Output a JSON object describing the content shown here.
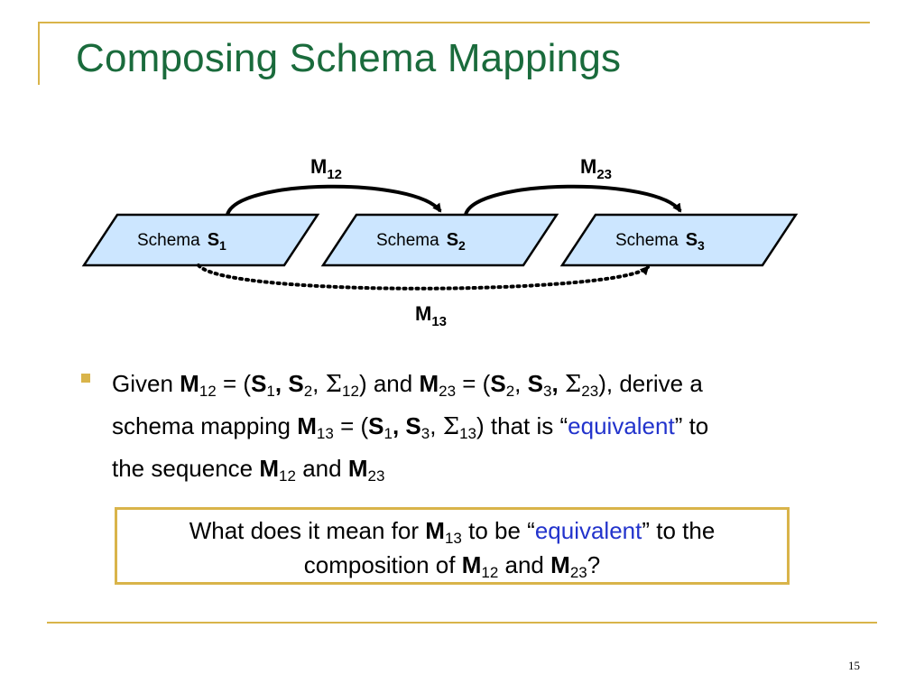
{
  "slide": {
    "title": "Composing Schema Mappings",
    "page_number": "15"
  },
  "diagram": {
    "schemas": [
      {
        "label": "Schema",
        "name": "S",
        "sub": "1"
      },
      {
        "label": "Schema",
        "name": "S",
        "sub": "2"
      },
      {
        "label": "Schema",
        "name": "S",
        "sub": "3"
      }
    ],
    "mappings": [
      {
        "name": "M",
        "sub": "12"
      },
      {
        "name": "M",
        "sub": "23"
      },
      {
        "name": "M",
        "sub": "13"
      }
    ]
  },
  "bullet": {
    "given": "Given",
    "M": "M",
    "S": "S",
    "sigma": "Σ",
    "eq_open": "= (",
    "comma": ",",
    "close_and": ") and",
    "close_derive": "), derive a",
    "schema_mapping": "schema mapping",
    "that_is": ") that is “",
    "equivalent": "equivalent",
    "quote_to": "” to",
    "the_sequence": "the sequence",
    "and": "and",
    "s12": "12",
    "s23": "23",
    "s13": "13",
    "s1": "1",
    "s2": "2",
    "s3": "3"
  },
  "callout": {
    "line1_a": "What does it mean for",
    "line1_b": "to be “",
    "equivalent": "equivalent",
    "line1_c": "” to the",
    "line2_a": "composition of",
    "and": "and",
    "qmark": "?",
    "M": "M",
    "s12": "12",
    "s13": "13",
    "s23": "23"
  },
  "colors": {
    "title": "#1a6b3c",
    "accent_gold": "#d9b44a",
    "schema_fill": "#cce6ff",
    "highlight_blue": "#2233cc"
  }
}
